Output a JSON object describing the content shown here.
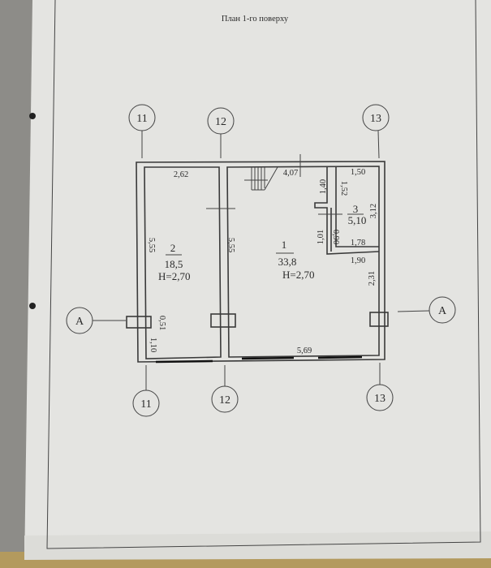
{
  "title": "План 1-го поверху",
  "axes": {
    "top": [
      "11",
      "12",
      "13"
    ],
    "bottom": [
      "11",
      "12",
      "13"
    ],
    "section": "A"
  },
  "rooms": [
    {
      "number": "1",
      "area": "33,8",
      "height": "H=2,70"
    },
    {
      "number": "2",
      "area": "18,5",
      "height": "H=2,70"
    },
    {
      "number": "3",
      "area": "5,10"
    }
  ],
  "dimensions": {
    "r2_top": "2,62",
    "r2_left": "5,55",
    "r2_door_a": "0,51",
    "r2_door_b": "1,10",
    "r1_top": "4,07",
    "r1_left": "5,55",
    "r1_bottom": "5,69",
    "r1_right": "2,31",
    "r1_notch_a": "1,40",
    "r1_notch_b": "1,01",
    "r1_notch_bottom": "1,90",
    "r3_top": "1,50",
    "r3_left": "1,52",
    "r3_right": "3,12",
    "r3_bottom": "1,78",
    "r3_door": "0,90"
  }
}
